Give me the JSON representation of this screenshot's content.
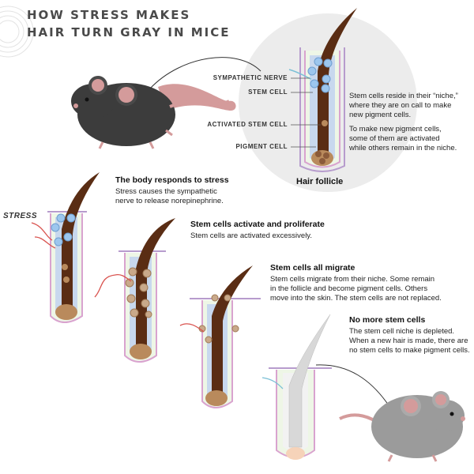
{
  "title": {
    "line1": "HOW STRESS MAKES",
    "line2": "HAIR TURN GRAY IN MICE"
  },
  "labels": {
    "sympathetic_nerve": "SYMPATHETIC NERVE",
    "stem_cell": "STEM CELL",
    "activated_stem_cell": "ACTIVATED STEM CELL",
    "pigment_cell": "PIGMENT CELL",
    "hair_follicle": "Hair follicle",
    "stress": "STRESS"
  },
  "intro": {
    "p1": [
      "Stem cells reside in their “niche,”",
      "where they are on call to make",
      "new pigment cells."
    ],
    "p2": [
      "To make new pigment cells,",
      "some of them are activated",
      "while others remain in the niche."
    ]
  },
  "steps": [
    {
      "heading": "The body responds to stress",
      "text": [
        "Stress causes the sympathetic",
        "nerve to release norepinephrine."
      ]
    },
    {
      "heading": "Stem cells activate and proliferate",
      "text": [
        "Stem cells are activated excessively."
      ]
    },
    {
      "heading": "Stem cells all migrate",
      "text": [
        "Stem cells migrate from their niche. Some remain",
        "in the follicle and become pigment cells. Others",
        "move into the skin. The stem cells are not replaced."
      ]
    },
    {
      "heading": "No more stem cells",
      "text": [
        "The stem cell niche is depleted.",
        "When a new hair is made, there are",
        "no stem cells to make pigment cells."
      ]
    }
  ],
  "colors": {
    "hair": "#5a2d14",
    "follicle_outer": "#d9a3cf",
    "follicle_inner": "#c8d8ee",
    "stem_cell": "#9cc6ee",
    "pigment_cell": "#b98a5c",
    "nerve": "#d9534f",
    "mouse_dark": "#3c3c3c",
    "mouse_gray": "#9b9b9b",
    "mouse_pink": "#d49b9b",
    "circle_bg": "#ececec"
  },
  "icons": [
    "dark-mouse",
    "gray-mouse",
    "hair-follicle"
  ]
}
